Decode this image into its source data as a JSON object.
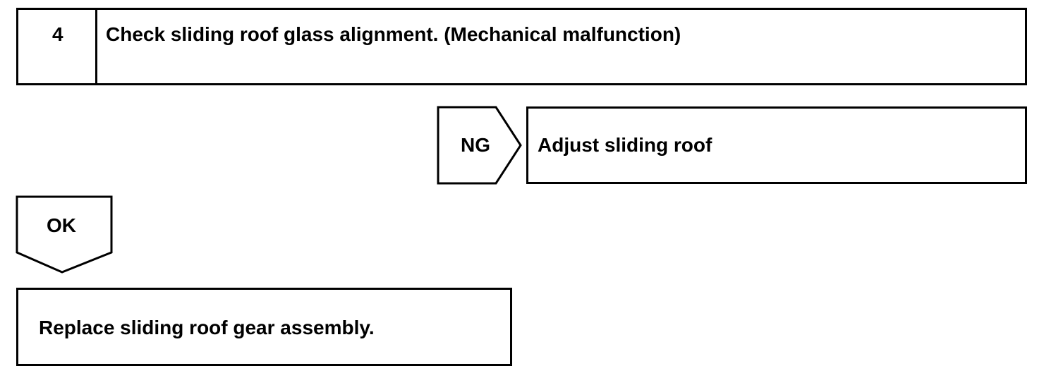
{
  "step": {
    "number": "4",
    "title": "Check sliding roof glass alignment. (Mechanical malfunction)"
  },
  "ng_branch": {
    "label": "NG",
    "result": "Adjust sliding roof"
  },
  "ok_branch": {
    "label": "OK",
    "result": "Replace sliding roof gear assembly."
  }
}
